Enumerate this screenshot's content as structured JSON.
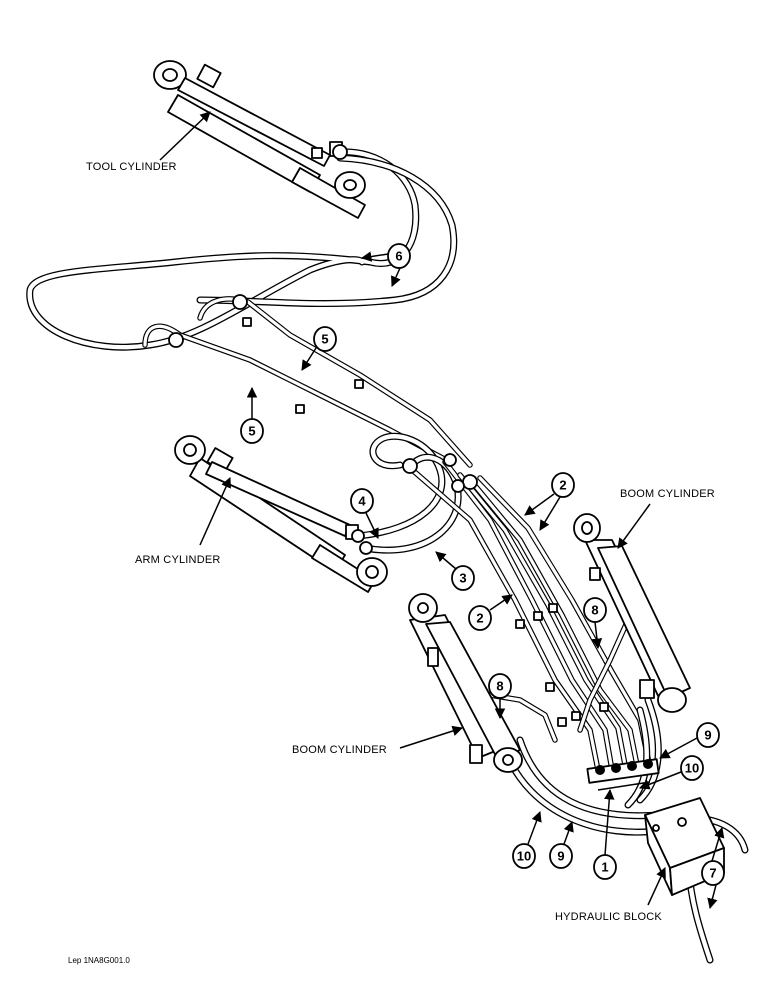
{
  "labels": {
    "tool_cylinder": "TOOL CYLINDER",
    "arm_cylinder": "ARM CYLINDER",
    "boom_cylinder_right": "BOOM CYLINDER",
    "boom_cylinder_left": "BOOM CYLINDER",
    "hydraulic_block": "HYDRAULIC BLOCK"
  },
  "callouts": [
    "6",
    "5",
    "5",
    "4",
    "3",
    "2",
    "2",
    "8",
    "8",
    "9",
    "10",
    "10",
    "9",
    "1",
    "7"
  ],
  "reference": "Lep 1NA8G001.0"
}
